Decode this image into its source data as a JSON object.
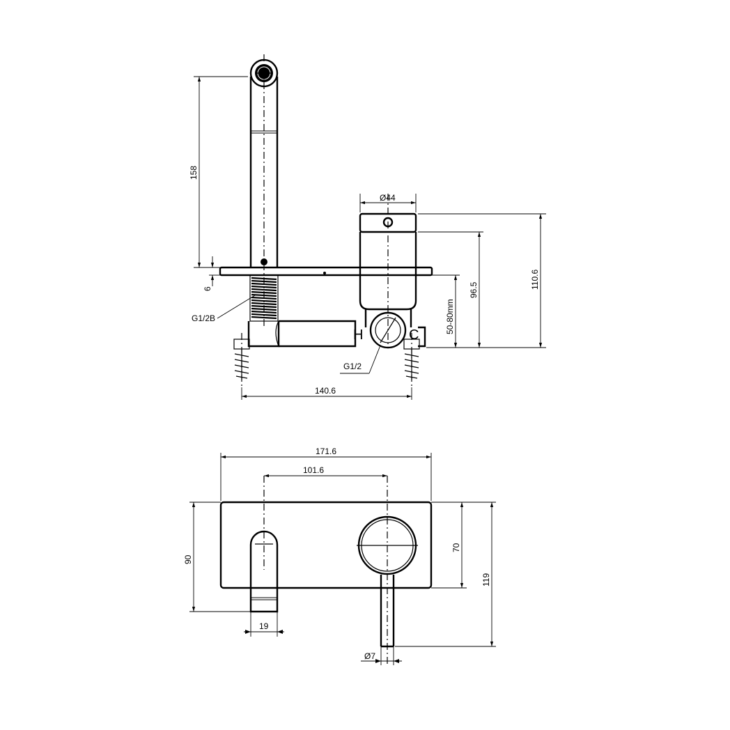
{
  "side_view": {
    "dim_spout_height": "158",
    "dim_plate_thickness": "6",
    "dim_thread_spout": "G1/2B",
    "dim_handle_diameter": "Ø44",
    "dim_inner_height": "96.5",
    "dim_total_height": "110.6",
    "dim_depth_range": "50-80mm",
    "dim_thread_inlet": "G1/2",
    "dim_width": "140.6",
    "label_hot": "H",
    "label_cold": "C"
  },
  "front_view": {
    "dim_plate_width": "171.6",
    "dim_center_distance": "101.6",
    "dim_plate_height": "90",
    "dim_handle_height": "70",
    "dim_lever_total": "119",
    "dim_spout_width": "19",
    "dim_lever_diameter": "Ø7"
  }
}
